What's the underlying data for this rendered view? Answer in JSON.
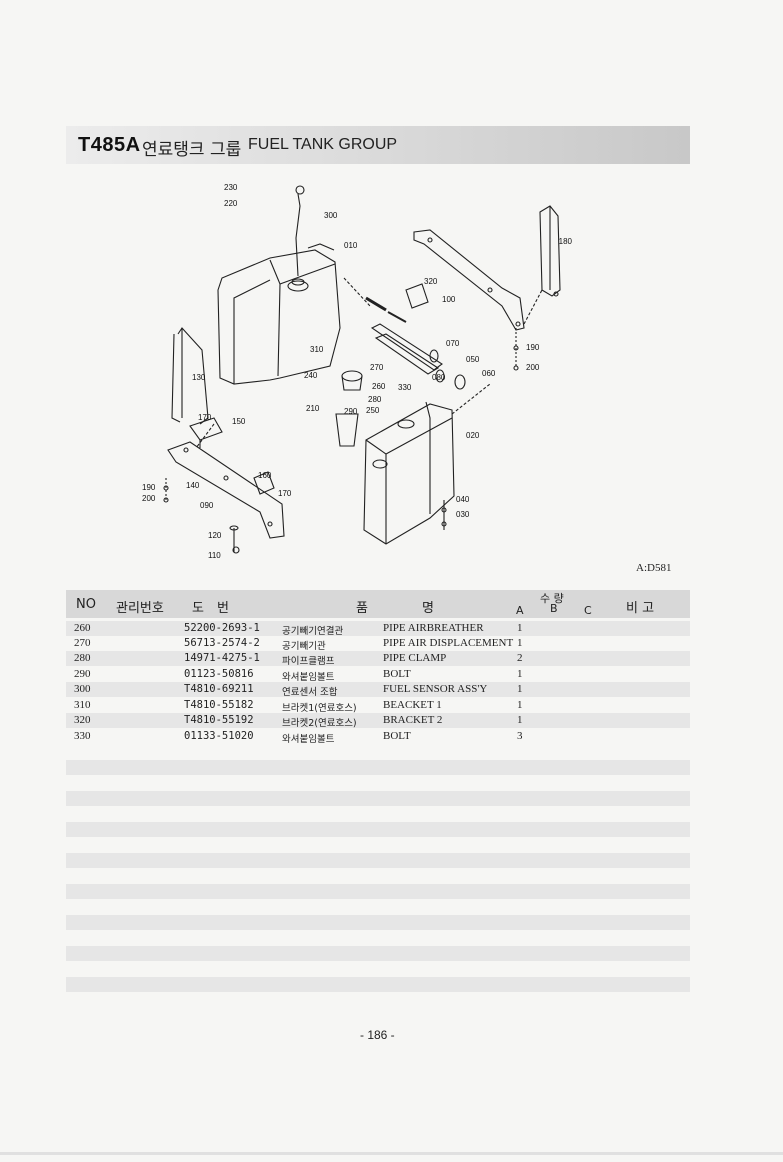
{
  "title": {
    "code": "T485A",
    "korean": "연료탱크 그룹",
    "english": "FUEL TANK GROUP"
  },
  "diagram": {
    "reference": "A:D581",
    "callouts": [
      "230",
      "220",
      "300",
      "010",
      "180",
      "320",
      "100",
      "190",
      "200",
      "070",
      "050",
      "060",
      "310",
      "270",
      "260",
      "330",
      "080",
      "280",
      "240",
      "250",
      "290",
      "210",
      "130",
      "170",
      "150",
      "020",
      "160",
      "140",
      "170",
      "090",
      "040",
      "030",
      "190",
      "200",
      "120",
      "110"
    ]
  },
  "table": {
    "headers": {
      "no": "NO",
      "mgmt_no": "관리번호",
      "drawing_no": "도　번",
      "name_kr": "품",
      "name_en": "명",
      "qty": "수 량",
      "qty_a": "A",
      "qty_b": "B",
      "qty_c": "C",
      "remarks": "비 고"
    },
    "rows": [
      {
        "no": "260",
        "part": "52200-2693-1",
        "kr": "공기빼기연결관",
        "en": "PIPE AIRBREATHER",
        "qty": "1"
      },
      {
        "no": "270",
        "part": "56713-2574-2",
        "kr": "공기빼기관",
        "en": "PIPE AIR DISPLACEMENT",
        "qty": "1"
      },
      {
        "no": "280",
        "part": "14971-4275-1",
        "kr": "파이프클램프",
        "en": "PIPE CLAMP",
        "qty": "2"
      },
      {
        "no": "290",
        "part": "01123-50816",
        "kr": "와셔붙임볼트",
        "en": "BOLT",
        "qty": "1"
      },
      {
        "no": "300",
        "part": "T4810-69211",
        "kr": "연료센서 조합",
        "en": "FUEL SENSOR ASS'Y",
        "qty": "1"
      },
      {
        "no": "310",
        "part": "T4810-55182",
        "kr": "브라켓1(연료호스)",
        "en": "BEACKET 1",
        "qty": "1"
      },
      {
        "no": "320",
        "part": "T4810-55192",
        "kr": "브라켓2(연료호스)",
        "en": "BRACKET 2",
        "qty": "1"
      },
      {
        "no": "330",
        "part": "01133-51020",
        "kr": "와셔붙임볼트",
        "en": "BOLT",
        "qty": "3"
      }
    ]
  },
  "page_number": "- 186 -"
}
